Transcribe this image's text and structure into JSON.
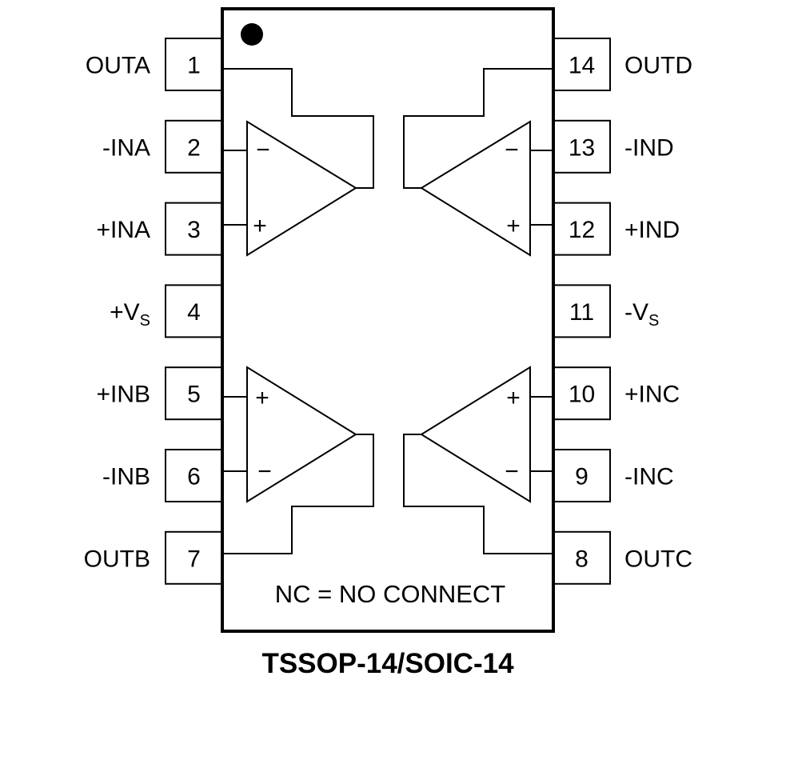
{
  "diagram": {
    "type": "ic-pinout",
    "package_label": "TSSOP-14/SOIC-14",
    "note": "NC = NO CONNECT",
    "pin1_marker": "dot",
    "colors": {
      "line": "#000000",
      "background": "#ffffff"
    },
    "left_pins": [
      {
        "number": "1",
        "name": "OUTA",
        "name_main": "OUTA",
        "name_sub": ""
      },
      {
        "number": "2",
        "name": "-INA",
        "name_main": "-INA",
        "name_sub": ""
      },
      {
        "number": "3",
        "name": "+INA",
        "name_main": "+INA",
        "name_sub": ""
      },
      {
        "number": "4",
        "name": "+VS",
        "name_main": "+V",
        "name_sub": "S"
      },
      {
        "number": "5",
        "name": "+INB",
        "name_main": "+INB",
        "name_sub": ""
      },
      {
        "number": "6",
        "name": "-INB",
        "name_main": "-INB",
        "name_sub": ""
      },
      {
        "number": "7",
        "name": "OUTB",
        "name_main": "OUTB",
        "name_sub": ""
      }
    ],
    "right_pins": [
      {
        "number": "14",
        "name": "OUTD",
        "name_main": "OUTD",
        "name_sub": ""
      },
      {
        "number": "13",
        "name": "-IND",
        "name_main": "-IND",
        "name_sub": ""
      },
      {
        "number": "12",
        "name": "+IND",
        "name_main": "+IND",
        "name_sub": ""
      },
      {
        "number": "11",
        "name": "-VS",
        "name_main": "-V",
        "name_sub": "S"
      },
      {
        "number": "10",
        "name": "+INC",
        "name_main": "+INC",
        "name_sub": ""
      },
      {
        "number": "9",
        "name": "-INC",
        "name_main": "-INC",
        "name_sub": ""
      },
      {
        "number": "8",
        "name": "OUTC",
        "name_main": "OUTC",
        "name_sub": ""
      }
    ],
    "amplifiers": [
      {
        "id": "A",
        "top_input_sign": "−",
        "bottom_input_sign": "+"
      },
      {
        "id": "D",
        "top_input_sign": "−",
        "bottom_input_sign": "+"
      },
      {
        "id": "B",
        "top_input_sign": "+",
        "bottom_input_sign": "−"
      },
      {
        "id": "C",
        "top_input_sign": "+",
        "bottom_input_sign": "−"
      }
    ]
  }
}
